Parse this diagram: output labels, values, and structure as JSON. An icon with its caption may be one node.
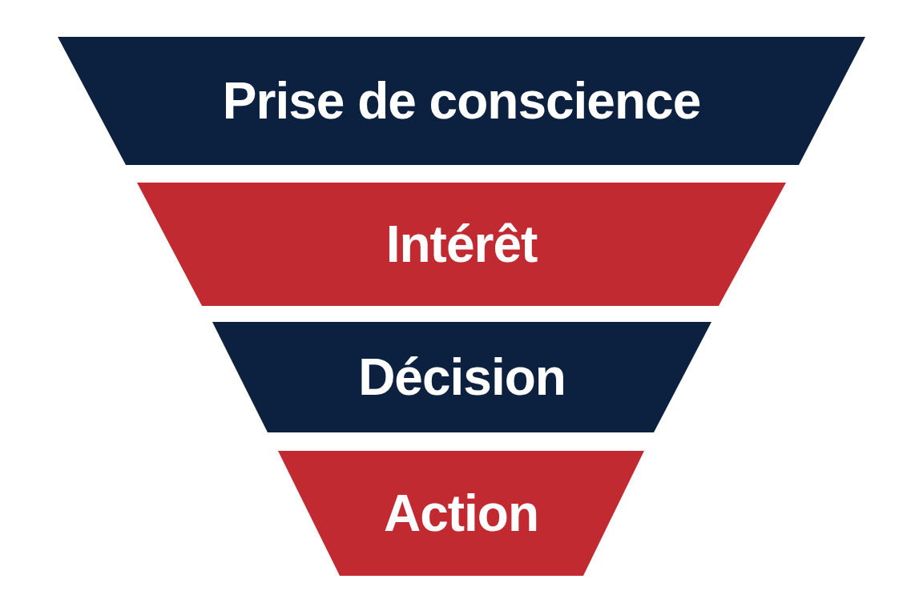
{
  "diagram": {
    "nodes": [
      {
        "text": [
          "Prise de conscience"
        ]
      },
      {
        "text": [
          "Intérêt"
        ]
      },
      {
        "text": [
          "Décision"
        ]
      },
      {
        "text": [
          "Action"
        ]
      }
    ]
  }
}
